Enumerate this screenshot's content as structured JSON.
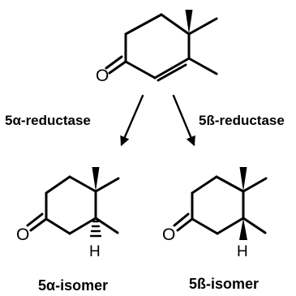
{
  "reaction": {
    "arrow_left_label": "5α-reductase",
    "arrow_right_label": "5ß-reductase",
    "product_left_label": "5α-isomer",
    "product_right_label": "5ß-isomer"
  },
  "atoms": {
    "oxygen": "O",
    "hydrogen": "H"
  }
}
